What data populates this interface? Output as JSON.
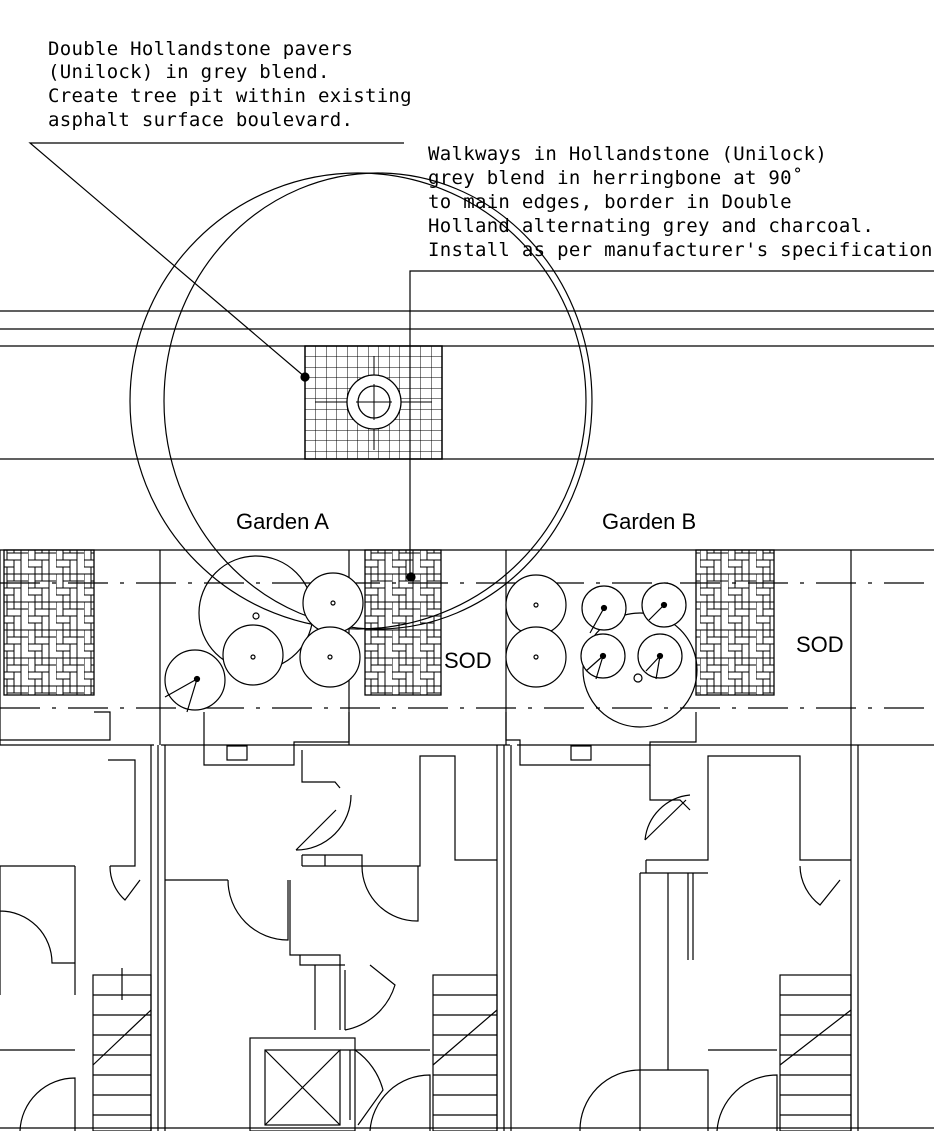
{
  "notes": {
    "pavers": [
      "Double Hollandstone pavers",
      "(Unilock) in grey blend.",
      "Create tree pit within existing",
      "asphalt surface boulevard."
    ],
    "walkways": [
      "Walkways in Hollandstone (Unilock)",
      "grey blend in herringbone at 90˚",
      "to main edges, border in Double",
      "Holland alternating grey and charcoal.",
      "Install as per manufacturer's specifications"
    ]
  },
  "labels": {
    "garden_a": "Garden A",
    "garden_b": "Garden B",
    "sod_a": "SOD",
    "sod_b": "SOD"
  },
  "colors": {
    "line": "#000000",
    "background": "#ffffff"
  }
}
